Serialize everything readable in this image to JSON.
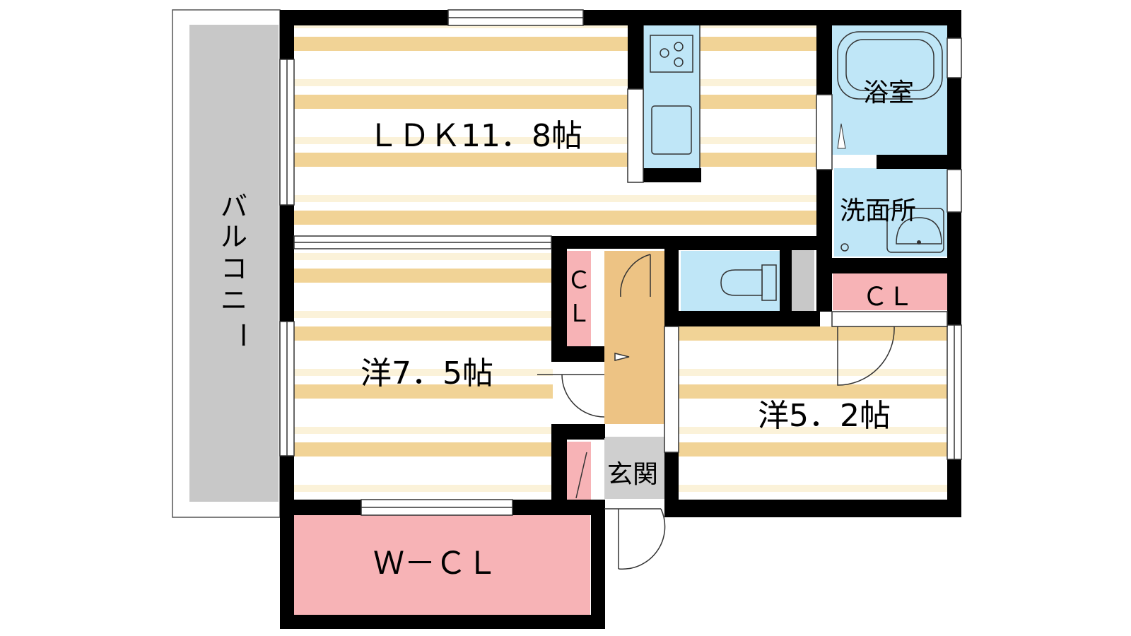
{
  "rooms": {
    "ldk": "ＬＤＫ11．8帖",
    "western1": "洋7．5帖",
    "western2": "洋5．2帖",
    "bath": "浴室",
    "washroom": "洗面所",
    "entrance": "玄関",
    "wcl": "Ｗ－ＣＬ",
    "cl_right": "ＣＬ",
    "cl_small_c": "Ｃ",
    "cl_small_l": "Ｌ",
    "balcony": [
      "バ",
      "ル",
      "コ",
      "ニ",
      "ー"
    ]
  },
  "colors": {
    "stripe": "#f1d396",
    "stripe_light": "#fbf2d9",
    "pink": "#f7b3b6",
    "blue": "#bfe6f7",
    "balcony": "#c8c8c8",
    "genkan": "#edc384",
    "wall": "#000000"
  }
}
